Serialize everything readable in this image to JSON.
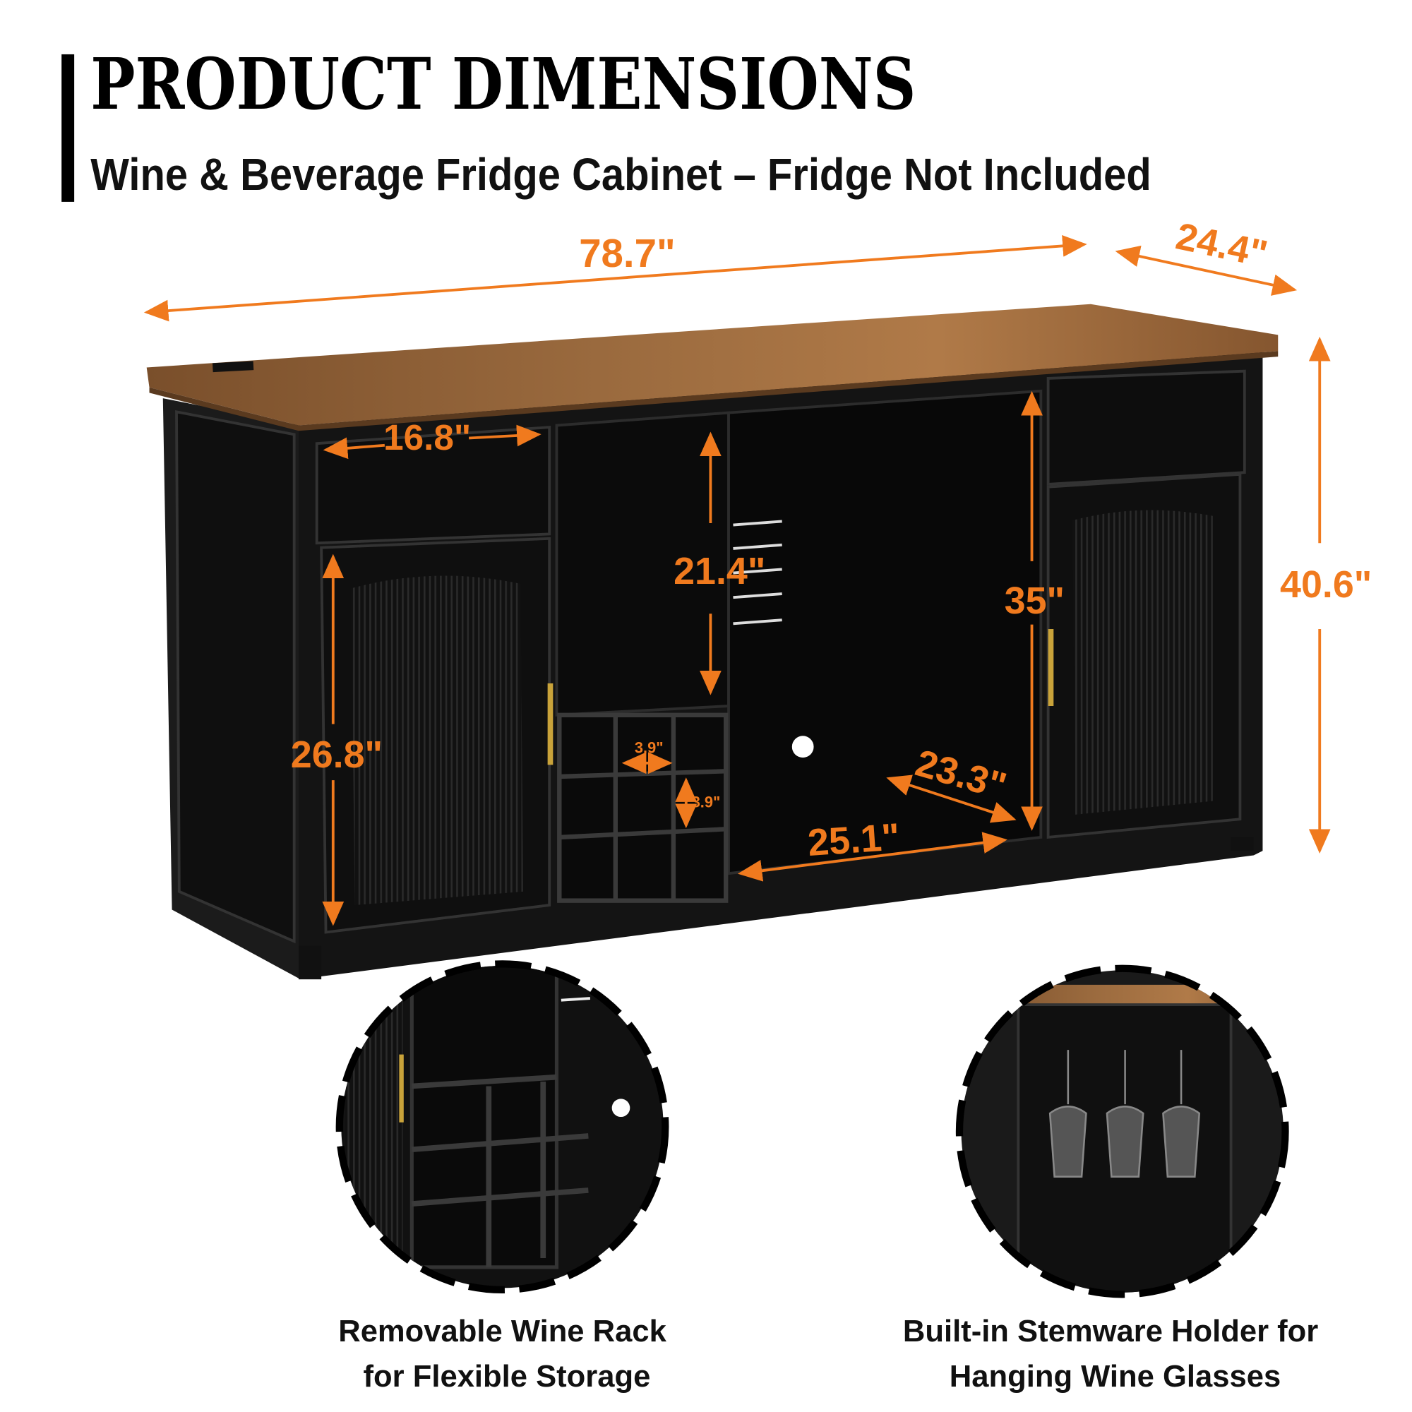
{
  "header": {
    "title": "PRODUCT DIMENSIONS",
    "subtitle": "Wine & Beverage Fridge Cabinet – Fridge Not Included"
  },
  "dimensions": {
    "overall_width": "78.7\"",
    "overall_depth": "24.4\"",
    "overall_height": "40.6\"",
    "drawer_width": "16.8\"",
    "shelf_height": "21.4\"",
    "fridge_height": "35\"",
    "door_height": "26.8\"",
    "rack_cell_width": "3.9\"",
    "rack_cell_height": "3.9\"",
    "fridge_width": "25.1\"",
    "fridge_depth": "23.3\""
  },
  "features": [
    {
      "line1": "Removable Wine Rack",
      "line2": "for Flexible Storage"
    },
    {
      "line1": "Built-in Stemware Holder for",
      "line2": "Hanging Wine Glasses"
    }
  ],
  "colors": {
    "accent": "#f07a1e",
    "cabinet": "#141414",
    "wood": "#8a5a32"
  }
}
